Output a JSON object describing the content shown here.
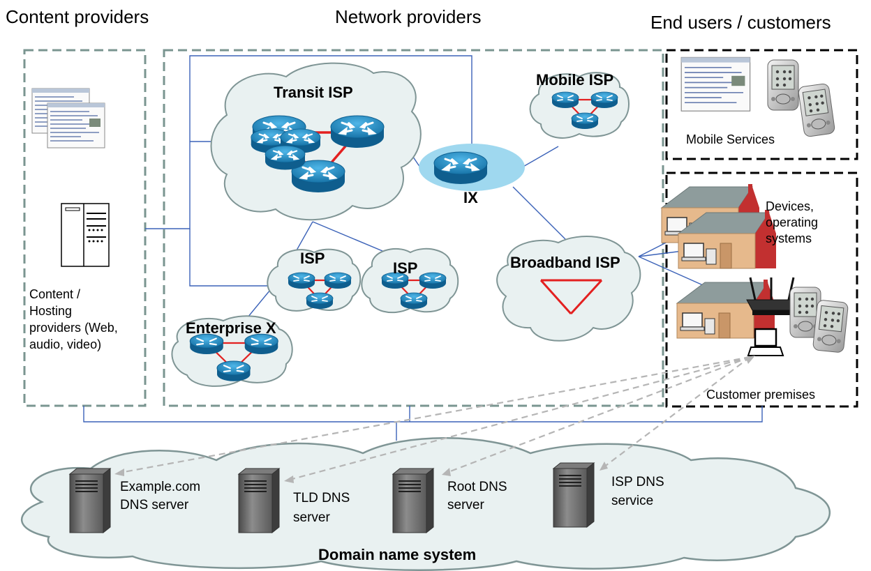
{
  "columns": {
    "content": "Content providers",
    "network": "Network providers",
    "end_users": "End users / customers"
  },
  "content_box": {
    "caption_lines": [
      "Content /",
      "Hosting",
      "providers (Web,",
      "audio, video)"
    ]
  },
  "clouds": {
    "transit": "Transit ISP",
    "ix": "IX",
    "mobile": "Mobile ISP",
    "isp_a": "ISP",
    "isp_b": "ISP",
    "enterprise": "Enterprise X",
    "broadband": "Broadband ISP"
  },
  "end_user_box": {
    "mobile_services": "Mobile Services",
    "devices_lines": [
      "Devices,",
      "operating",
      "systems"
    ],
    "customer_premises": "Customer premises"
  },
  "dns": {
    "title": "Domain name system",
    "servers": [
      {
        "lines": [
          "Example.com",
          "DNS server"
        ]
      },
      {
        "lines": [
          "TLD DNS",
          "server"
        ]
      },
      {
        "lines": [
          "Root DNS",
          "server"
        ]
      },
      {
        "lines": [
          "ISP DNS",
          "service"
        ]
      }
    ]
  },
  "colors": {
    "router_blue": "#1f8fc9",
    "router_link": "#e32020",
    "cloud_fill": "#e9f1f1",
    "cloud_stroke": "#7f9595",
    "dashed_green": "#7a9590",
    "link_blue": "#3b62b8",
    "ix_glow": "#9fd8ef",
    "house_body": "#e6b98c",
    "house_roof": "#8a9a9a"
  },
  "icons": [
    "router-icon",
    "server-icon",
    "rack-icon",
    "house-icon",
    "laptop-icon",
    "pda-icon",
    "wifi-router-icon",
    "web-page-icon"
  ]
}
